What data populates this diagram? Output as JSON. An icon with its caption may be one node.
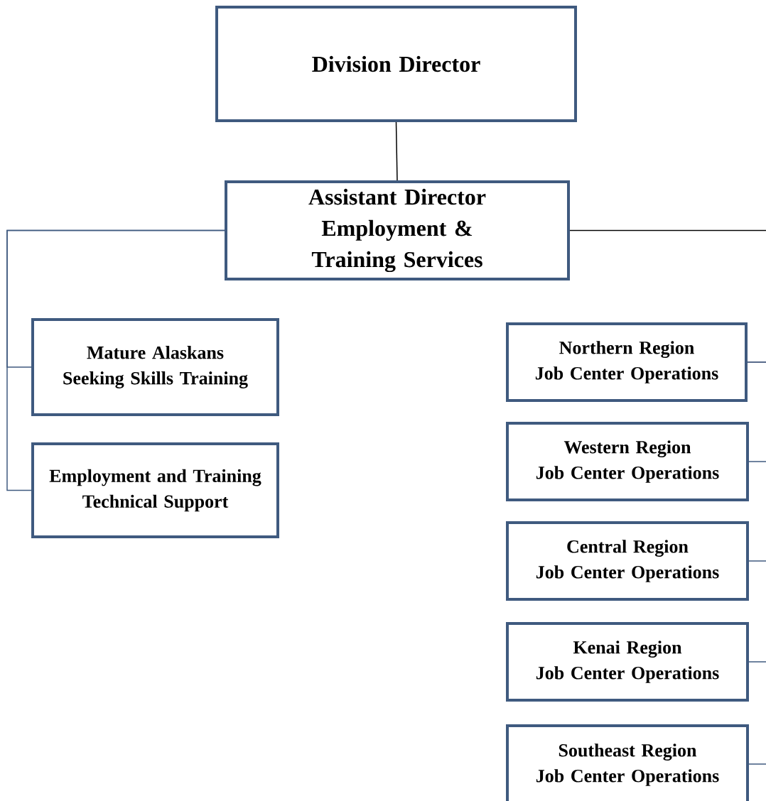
{
  "diagram": {
    "nodes": [
      {
        "text": [
          "Division Director"
        ]
      },
      {
        "text": [
          "Assistant Director Employment & Training Services"
        ]
      },
      {
        "text": [
          "Mature Alaskans Seeking Skills Training"
        ]
      },
      {
        "text": [
          "Employment and Training Technical Support"
        ]
      },
      {
        "text": [
          "Northern Region",
          "Job Center Operations"
        ]
      },
      {
        "text": [
          "Western Region",
          "Job Center Operations"
        ]
      },
      {
        "text": [
          "Central Region",
          "Job Center Operations"
        ]
      },
      {
        "text": [
          "Kenai Region",
          "Job Center Operations"
        ]
      },
      {
        "text": [
          "Southeast Region",
          "Job Center Operations"
        ]
      }
    ],
    "edges": [
      {
        "from": 0,
        "to": 1,
        "arrow": "none",
        "color": "#000000"
      },
      {
        "from": 1,
        "to": 2,
        "arrow": "none"
      },
      {
        "from": 1,
        "to": 3,
        "arrow": "none"
      },
      {
        "from": 1,
        "to": null,
        "arrow": "none",
        "color": "#000000"
      },
      {
        "from": 4,
        "to": null,
        "arrow": "none",
        "color": "#1f3864"
      },
      {
        "from": 5,
        "to": null,
        "arrow": "none"
      },
      {
        "from": 6,
        "to": null,
        "arrow": "none"
      },
      {
        "from": 7,
        "to": null,
        "arrow": "none"
      },
      {
        "from": 8,
        "to": null,
        "arrow": "none"
      }
    ]
  }
}
